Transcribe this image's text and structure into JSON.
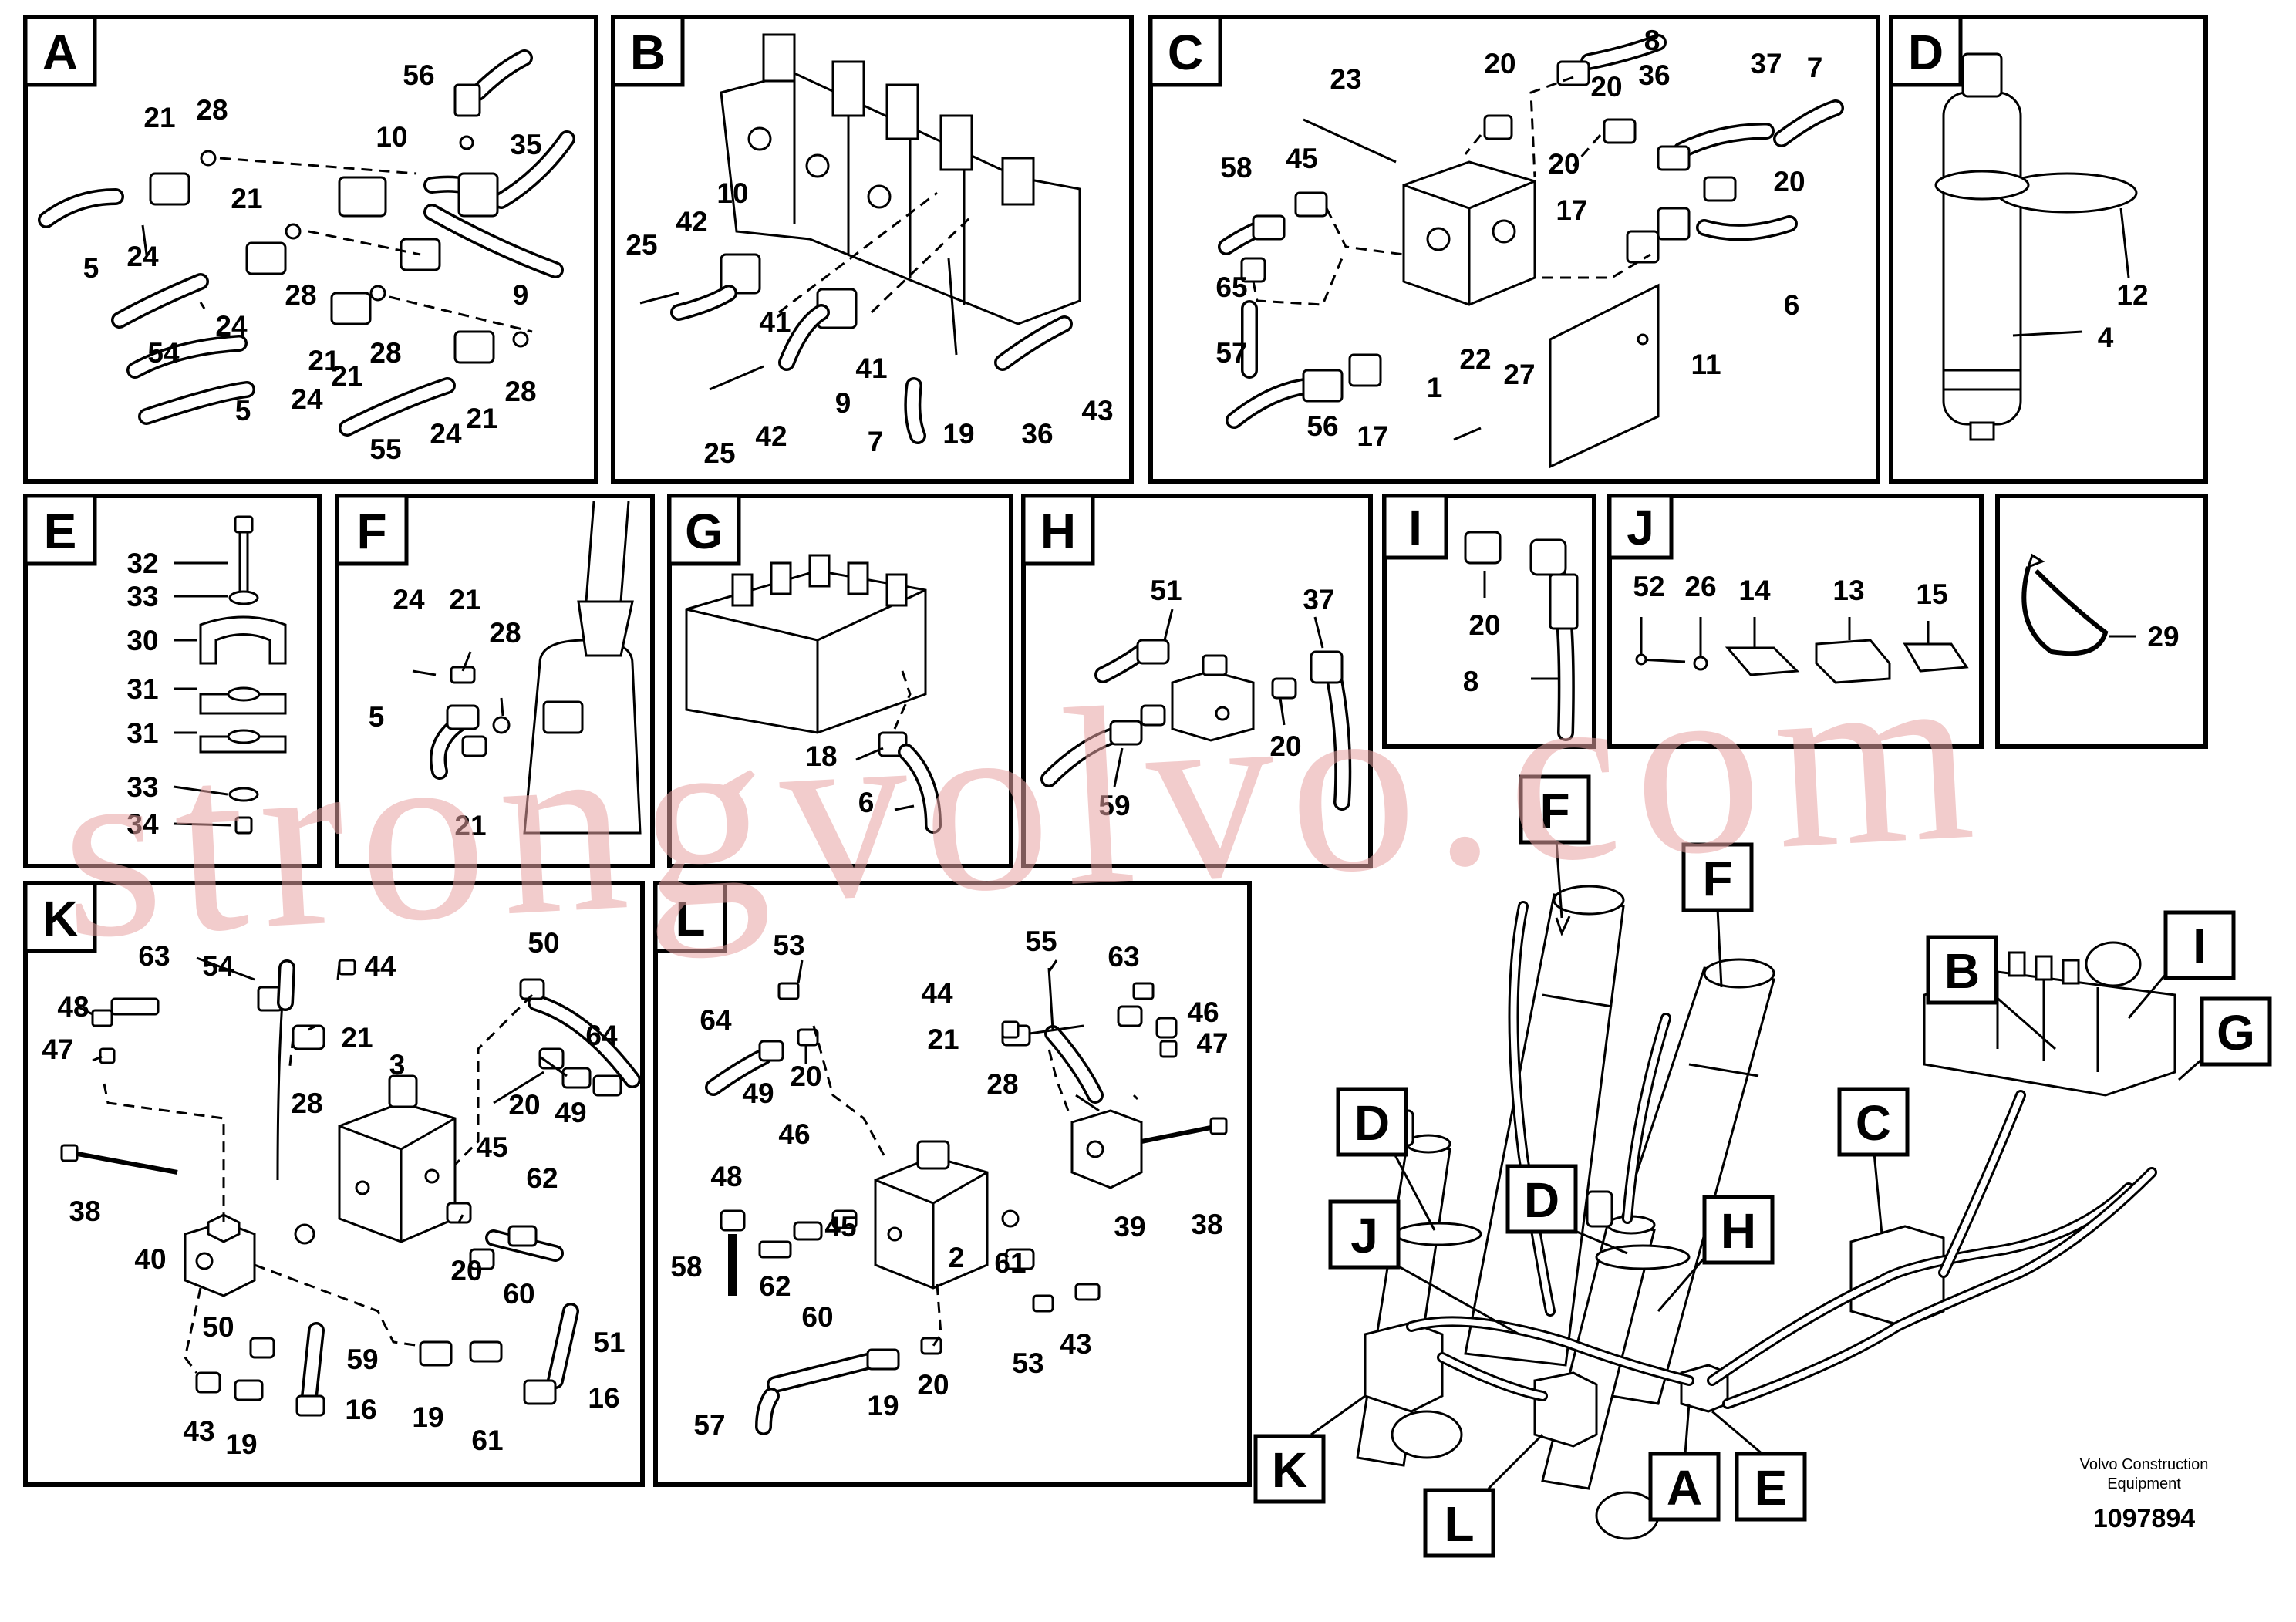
{
  "panels": [
    {
      "id": "A",
      "letter": "A",
      "labels": [
        "56",
        "21",
        "28",
        "10",
        "35",
        "21",
        "5",
        "24",
        "28",
        "9",
        "54",
        "24",
        "21",
        "28",
        "5",
        "24",
        "21",
        "28",
        "55",
        "24",
        "21"
      ]
    },
    {
      "id": "B",
      "letter": "B",
      "labels": [
        "10",
        "25",
        "42",
        "41",
        "9",
        "41",
        "25",
        "42",
        "19",
        "7",
        "36",
        "43"
      ]
    },
    {
      "id": "C",
      "letter": "C",
      "labels": [
        "8",
        "23",
        "20",
        "20",
        "36",
        "37",
        "7",
        "58",
        "45",
        "20",
        "20",
        "65",
        "17",
        "6",
        "57",
        "22",
        "27",
        "11",
        "1",
        "56",
        "17"
      ]
    },
    {
      "id": "D",
      "letter": "D",
      "labels": [
        "12",
        "4"
      ]
    },
    {
      "id": "E",
      "letter": "E",
      "labels": [
        "32",
        "33",
        "30",
        "31",
        "31",
        "33",
        "34"
      ]
    },
    {
      "id": "F",
      "letter": "F",
      "labels": [
        "24",
        "21",
        "28",
        "5",
        "21"
      ]
    },
    {
      "id": "G",
      "letter": "G",
      "labels": [
        "18",
        "6"
      ]
    },
    {
      "id": "H",
      "letter": "H",
      "labels": [
        "51",
        "37",
        "20",
        "59"
      ]
    },
    {
      "id": "I",
      "letter": "I",
      "labels": [
        "20",
        "8"
      ]
    },
    {
      "id": "J",
      "letter": "J",
      "labels": [
        "52",
        "26",
        "14",
        "13",
        "15"
      ]
    },
    {
      "id": "P29",
      "letter": "",
      "labels": [
        "29"
      ]
    },
    {
      "id": "K",
      "letter": "K",
      "labels": [
        "63",
        "54",
        "44",
        "48",
        "21",
        "47",
        "50",
        "64",
        "3",
        "28",
        "20",
        "49",
        "45",
        "62",
        "38",
        "40",
        "20",
        "60",
        "50",
        "59",
        "51",
        "43",
        "19",
        "16",
        "19",
        "61",
        "16"
      ]
    },
    {
      "id": "L",
      "letter": "L",
      "labels": [
        "53",
        "55",
        "63",
        "44",
        "64",
        "21",
        "46",
        "47",
        "49",
        "20",
        "28",
        "46",
        "48",
        "45",
        "38",
        "2",
        "39",
        "58",
        "62",
        "61",
        "60",
        "53",
        "43",
        "19",
        "20",
        "57"
      ]
    }
  ],
  "overview": {
    "callouts": [
      "F",
      "F",
      "B",
      "I",
      "G",
      "D",
      "C",
      "D",
      "H",
      "J",
      "K",
      "L",
      "A",
      "E"
    ]
  },
  "watermark": "strongvolvo.com",
  "footer": {
    "company": "Volvo Construction\nEquipment",
    "company_line1": "Volvo Construction",
    "company_line2": "Equipment",
    "drawing_number": "1097894"
  }
}
